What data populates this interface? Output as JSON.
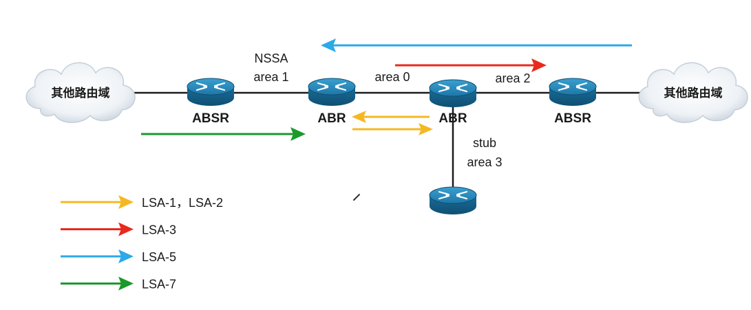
{
  "clouds": {
    "left_label": "其他路由域",
    "right_label": "其他路由域"
  },
  "routers": {
    "r1_label": "ABSR",
    "r2_label": "ABR",
    "r3_label": "ABR",
    "r4_label": "ABSR"
  },
  "areas": {
    "nssa_title": "NSSA",
    "nssa_area": "area 1",
    "backbone": "area 0",
    "area2": "area 2",
    "stub_title": "stub",
    "stub_area": "area 3"
  },
  "legend": [
    {
      "label": "LSA-1，LSA-2",
      "color": "#f5b822"
    },
    {
      "label": "LSA-3",
      "color": "#e8291c"
    },
    {
      "label": "LSA-5",
      "color": "#2ba9e8"
    },
    {
      "label": "LSA-7",
      "color": "#1a9a2a"
    }
  ],
  "colors": {
    "lsa12": "#f5b822",
    "lsa3": "#e8291c",
    "lsa5": "#2ba9e8",
    "lsa7": "#1a9a2a",
    "router": "#1f7fb0",
    "link": "#1a1a1a"
  },
  "icons": [
    "cloud-icon",
    "router-icon",
    "arrow-icon",
    "cursor-icon"
  ]
}
